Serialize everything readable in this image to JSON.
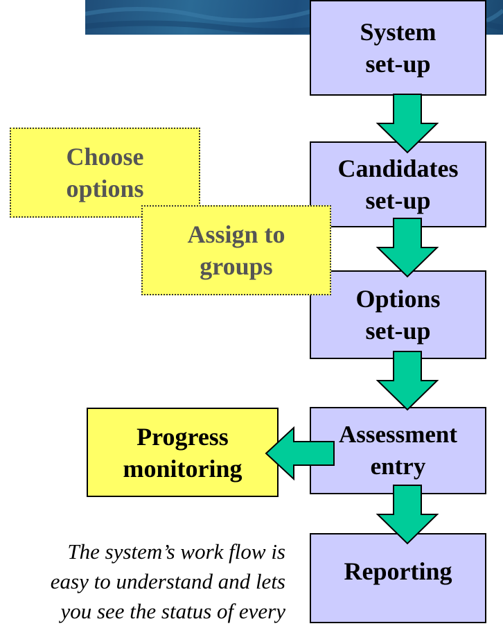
{
  "flow_steps": [
    {
      "line1": "System",
      "line2": "set-up"
    },
    {
      "line1": "Candidates",
      "line2": "set-up"
    },
    {
      "line1": "Options",
      "line2": "set-up"
    },
    {
      "line1": "Assessment",
      "line2": "entry"
    },
    {
      "line1": "Reporting",
      "line2": ""
    }
  ],
  "side_notes": [
    {
      "line1": "Choose",
      "line2": "options"
    },
    {
      "line1": "Assign to",
      "line2": "groups"
    },
    {
      "line1": "Progress",
      "line2": "monitoring"
    }
  ],
  "caption": {
    "line1": "The system’s work flow is",
    "line2": "easy to understand and lets",
    "line3": "you see the status of  every"
  },
  "colors": {
    "step_fill": "#ccccff",
    "note_fill": "#ffff66",
    "arrow_fill": "#00cc99",
    "banner": "#1f4d78"
  }
}
